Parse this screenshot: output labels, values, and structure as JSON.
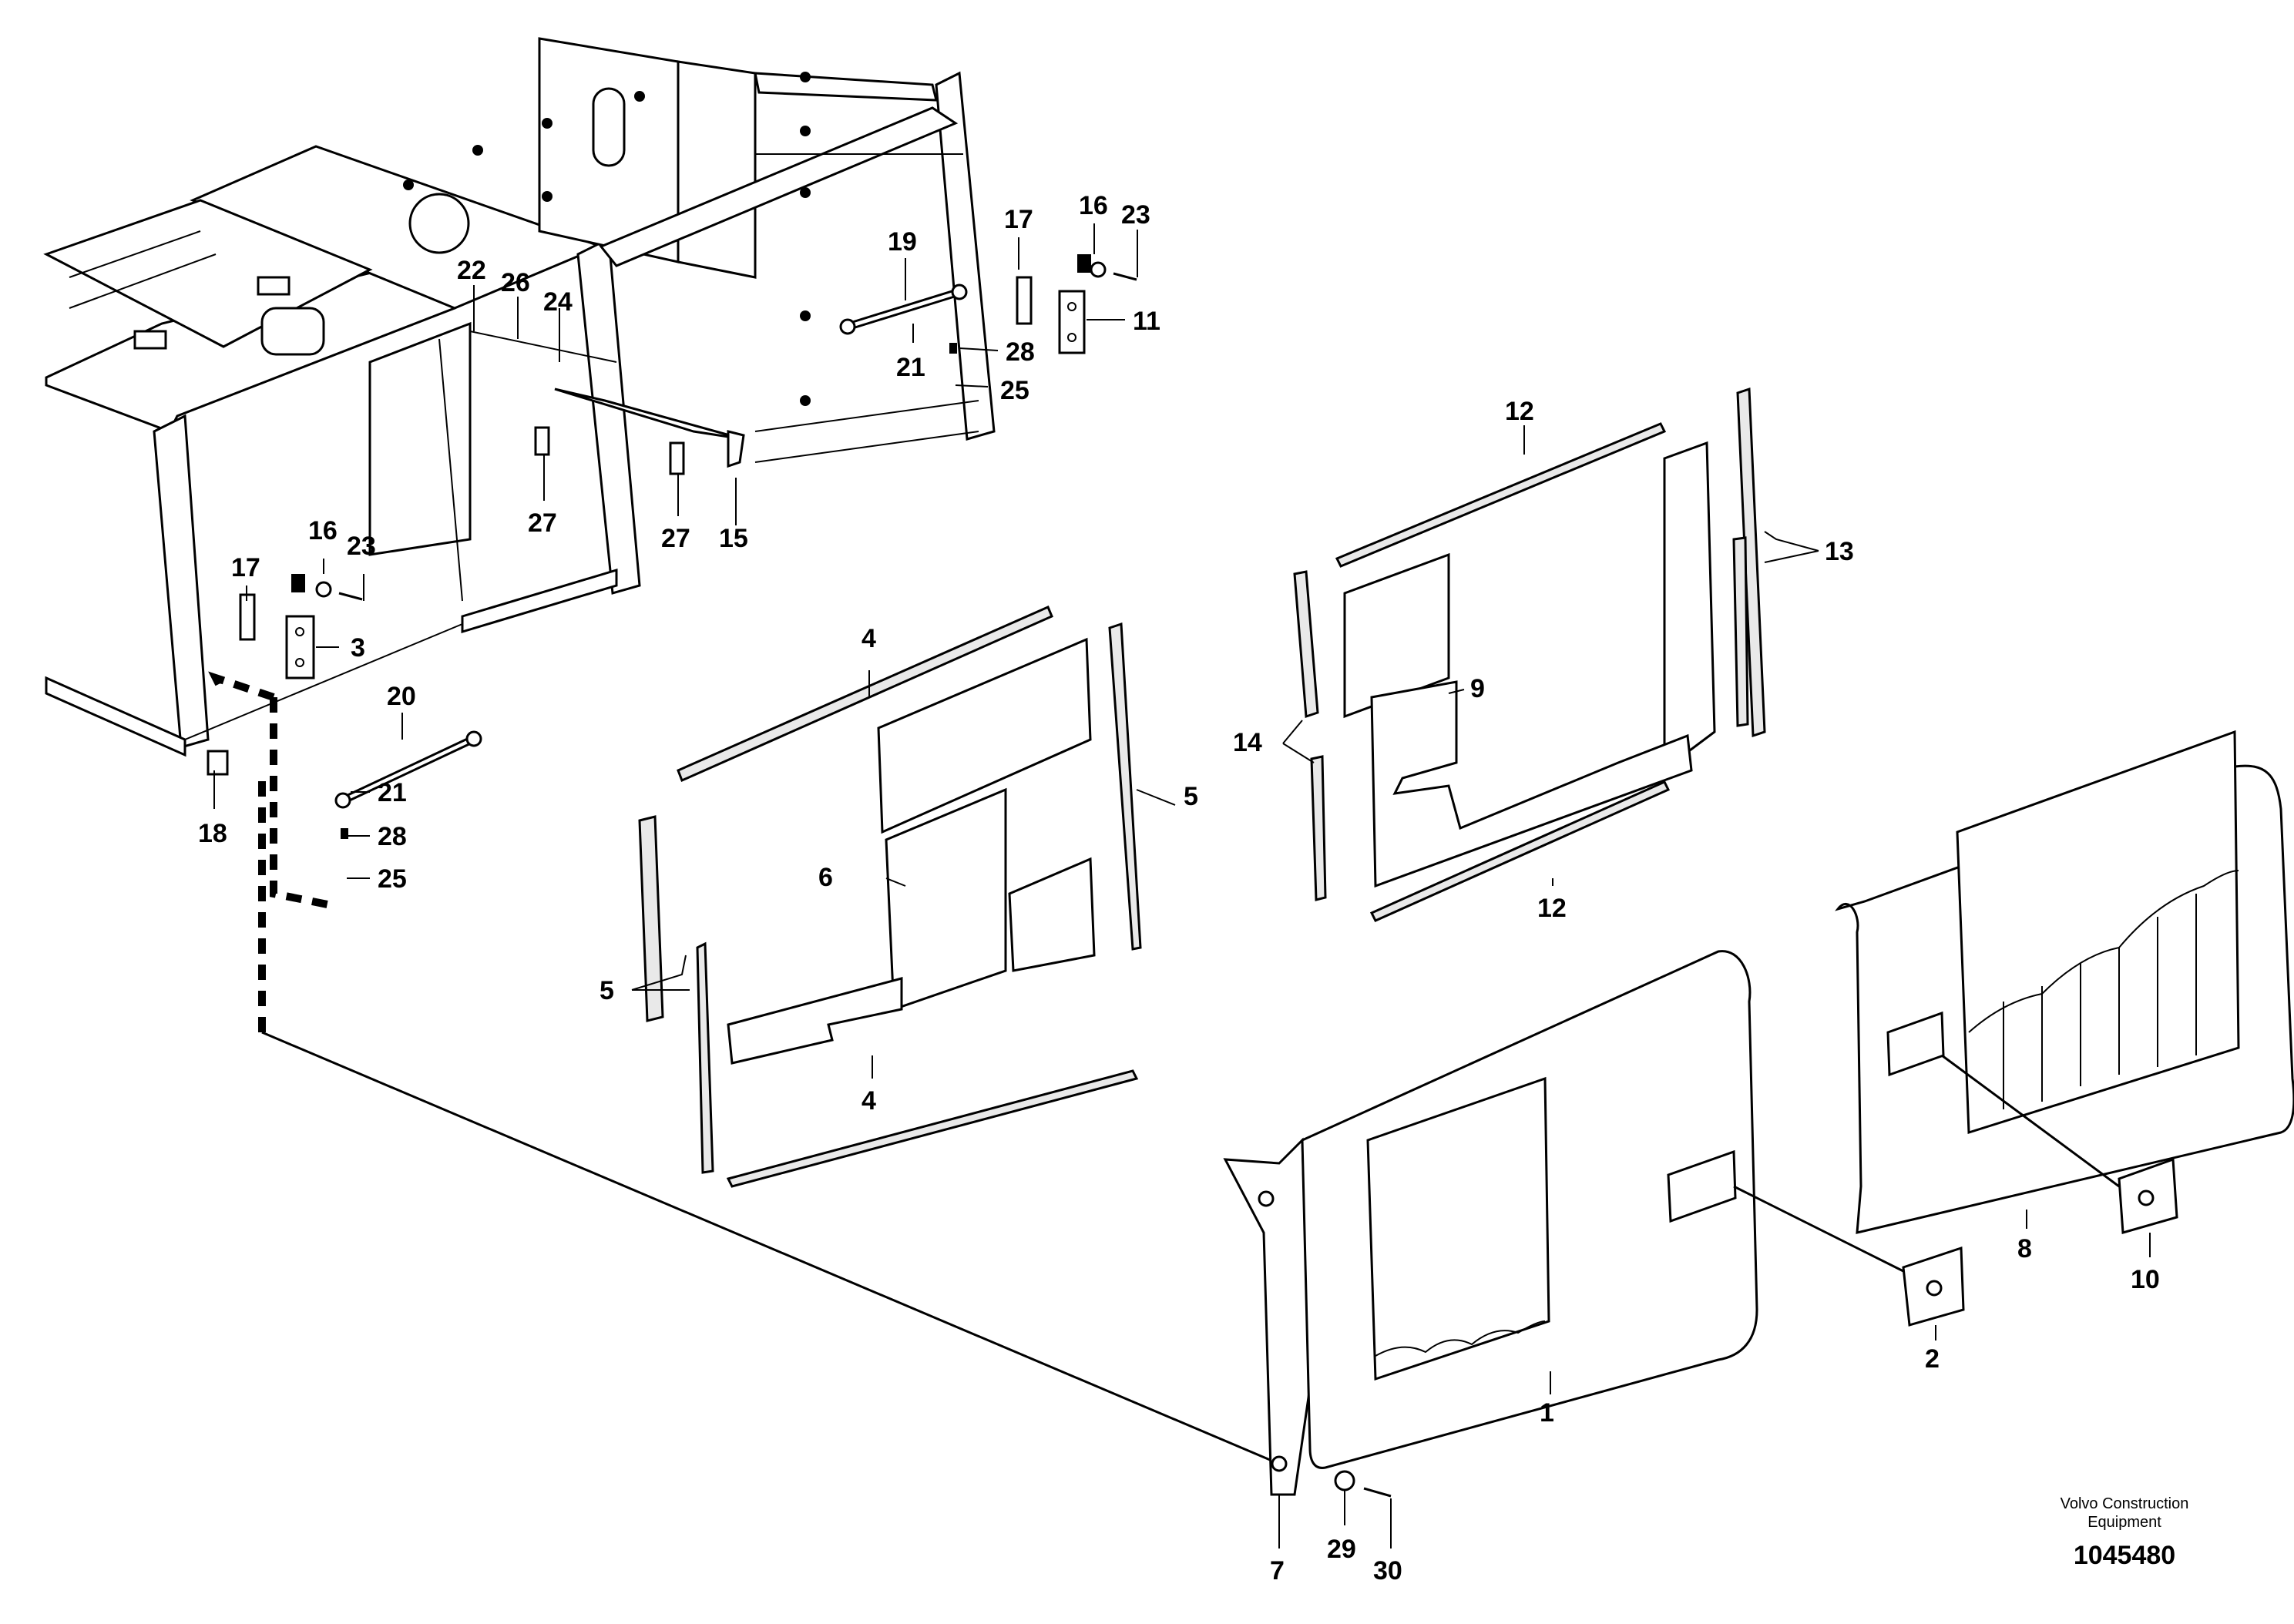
{
  "callouts": {
    "c1": "1",
    "c2": "2",
    "c3": "3",
    "c4a": "4",
    "c4b": "4",
    "c5a": "5",
    "c5b": "5",
    "c6": "6",
    "c7": "7",
    "c8": "8",
    "c9": "9",
    "c10": "10",
    "c11": "11",
    "c12a": "12",
    "c12b": "12",
    "c13": "13",
    "c14": "14",
    "c15": "15",
    "c16a": "16",
    "c16b": "16",
    "c17a": "17",
    "c17b": "17",
    "c18": "18",
    "c19": "19",
    "c20": "20",
    "c21a": "21",
    "c21b": "21",
    "c22": "22",
    "c23a": "23",
    "c23b": "23",
    "c24": "24",
    "c25a": "25",
    "c25b": "25",
    "c26": "26",
    "c27a": "27",
    "c27b": "27",
    "c28a": "28",
    "c28b": "28",
    "c29": "29",
    "c30": "30"
  },
  "credit": {
    "line1": "Volvo Construction",
    "line2": "Equipment"
  },
  "doc_number": "1045480"
}
